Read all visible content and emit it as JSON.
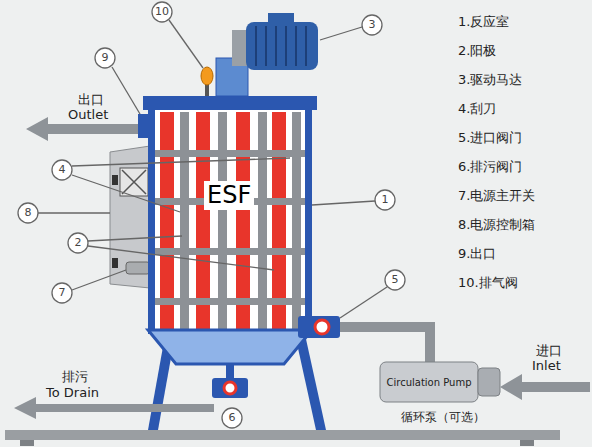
{
  "diagram": {
    "labels": [
      "1.反应室",
      "2.阳极",
      "3.驱动马达",
      "4.刮刀",
      "5.进口阀门",
      "6.排污阀门",
      "7.电源主开关",
      "8.电源控制箱",
      "9.出口",
      "10.排气阀",
      "10",
      "9",
      "3",
      "4",
      "1",
      "8",
      "2",
      "7",
      "5",
      "6",
      "ESF",
      "出口",
      "Outlet",
      "排污",
      "To Drain",
      "Circulation Pump",
      "进口",
      "Inlet",
      "循环泵（可选）"
    ]
  }
}
